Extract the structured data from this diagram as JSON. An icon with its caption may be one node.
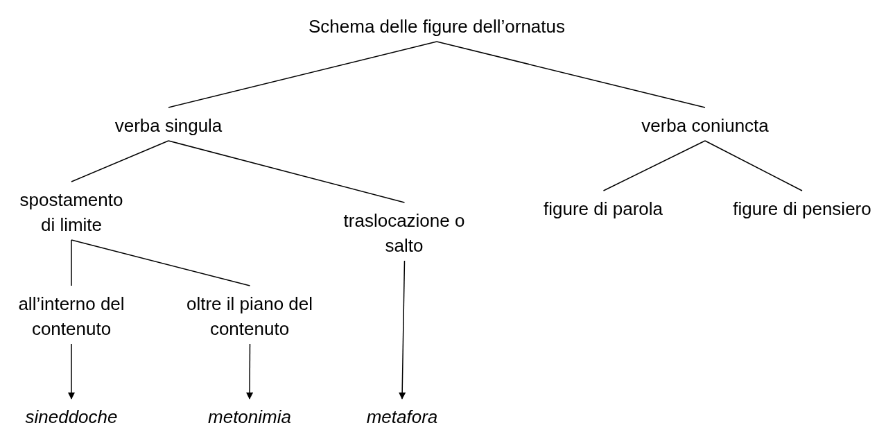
{
  "diagram": {
    "nodes": [
      {
        "text": [
          "Schema delle figure dell’ornatus"
        ]
      },
      {
        "text": [
          "verba singula"
        ]
      },
      {
        "text": [
          "verba coniuncta"
        ]
      },
      {
        "text": [
          "spostamento di limite"
        ]
      },
      {
        "text": [
          "traslocazione o salto"
        ]
      },
      {
        "text": [
          "figure di parola"
        ]
      },
      {
        "text": [
          "figure di pensiero"
        ]
      },
      {
        "text": [
          "all’interno del contenuto"
        ]
      },
      {
        "text": [
          "oltre il piano del contenuto"
        ]
      },
      {
        "text": [
          "sineddoche"
        ]
      },
      {
        "text": [
          "metonimia"
        ]
      },
      {
        "text": [
          "metafora"
        ]
      }
    ],
    "edges": [
      {
        "from": 0,
        "to": 1,
        "arrow": "none"
      },
      {
        "from": 0,
        "to": 2,
        "arrow": "none"
      },
      {
        "from": 1,
        "to": 3,
        "arrow": "none"
      },
      {
        "from": 1,
        "to": 4,
        "arrow": "none"
      },
      {
        "from": 2,
        "to": 5,
        "arrow": "none"
      },
      {
        "from": 2,
        "to": 6,
        "arrow": "none"
      },
      {
        "from": 3,
        "to": 7,
        "arrow": "none"
      },
      {
        "from": 3,
        "to": 8,
        "arrow": "none"
      },
      {
        "from": 7,
        "to": 9,
        "arrow": "to"
      },
      {
        "from": 8,
        "to": 10,
        "arrow": "to"
      },
      {
        "from": 4,
        "to": 11,
        "arrow": "to"
      }
    ]
  }
}
